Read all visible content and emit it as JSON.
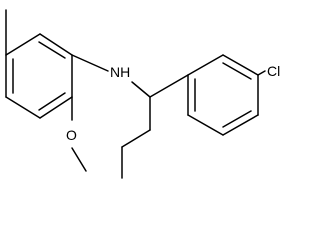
{
  "molecule": {
    "atom_labels": {
      "amine": "NH",
      "oxygen": "O",
      "chlorine": "Cl"
    },
    "colors": {
      "bond": "#000000",
      "label": "#000000",
      "background": "#ffffff"
    }
  }
}
